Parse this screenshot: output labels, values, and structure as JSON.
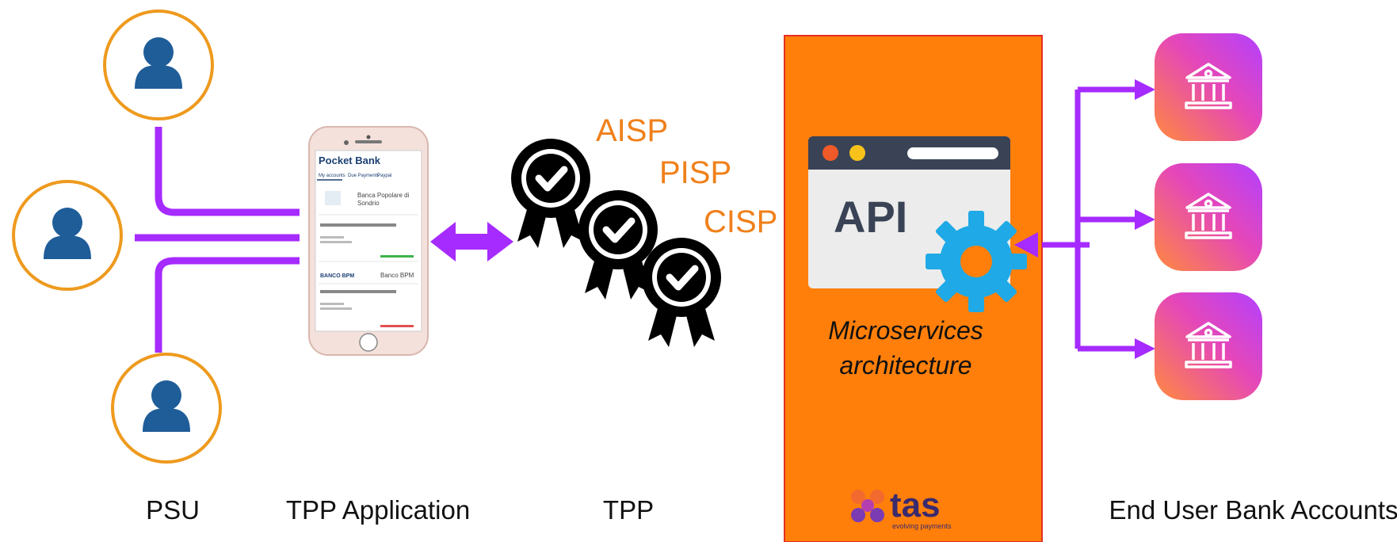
{
  "colors": {
    "accent_purple": "#a62bff",
    "circle_orange": "#ee9a1e",
    "user_blue": "#1f5d99",
    "panel_orange": "#ff7f0a",
    "cert_orange": "#f0801a",
    "gear_blue": "#1fa9e6"
  },
  "labels": {
    "psu": "PSU",
    "tpp_application": "TPP Application",
    "tpp": "TPP",
    "end_user_bank_accounts": "End User Bank Accounts"
  },
  "certifications": [
    "AISP",
    "PISP",
    "CISP"
  ],
  "api_panel": {
    "window_label": "API",
    "caption_line1": "Microservices",
    "caption_line2": "architecture",
    "logo_text": "tas",
    "logo_tagline": "evolving payments"
  },
  "phone_app": {
    "title": "Pocket Bank",
    "tabs": [
      "My accounts",
      "Due Payments",
      "Paypal"
    ],
    "bank1_name_line1": "Banca Popolare di",
    "bank1_name_line2": "Sondrio",
    "bank2_logo": "BANCO BPM",
    "bank2_name": "Banco BPM"
  },
  "icons": {
    "user": "user-icon",
    "bank": "bank-icon",
    "certificate": "certificate-badge-icon",
    "gear": "gear-icon",
    "phone": "smartphone-icon"
  }
}
